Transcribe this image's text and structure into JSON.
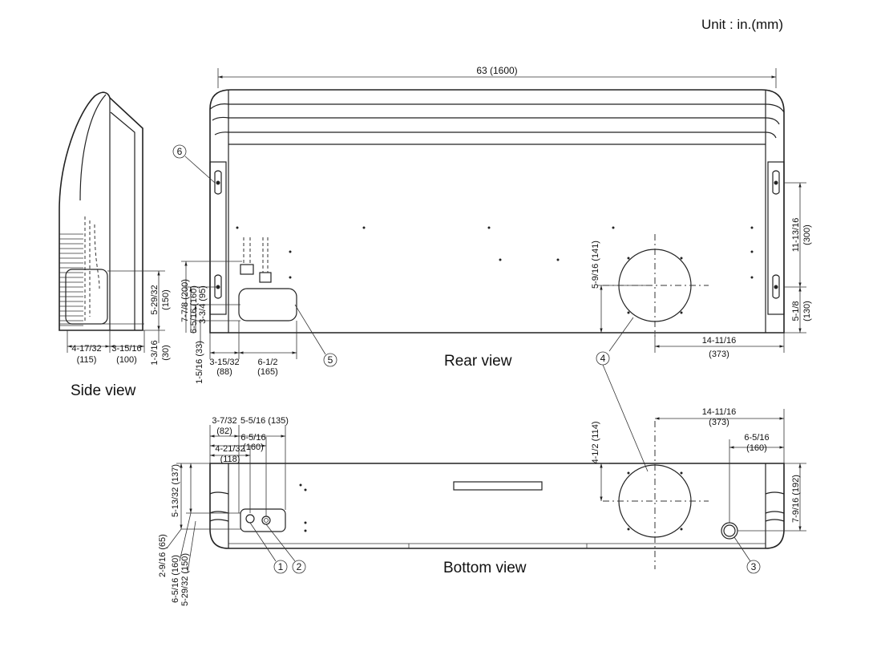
{
  "unit": "Unit : in.(mm)",
  "views": {
    "side": "Side view",
    "rear": "Rear view",
    "bottom": "Bottom view"
  },
  "callouts": [
    "1",
    "2",
    "3",
    "4",
    "5",
    "6"
  ],
  "rear_dims": {
    "width": "63 (1600)",
    "h300_in": "11-13/16",
    "h300_mm": "(300)",
    "h130_in": "5-1/8",
    "h130_mm": "(130)",
    "h141": "5-9/16 (141)",
    "w373_in": "14-11/16",
    "w373_mm": "(373)",
    "h200": "7-7/8 (200)",
    "h160": "6-5/16 (160)",
    "h95": "3-3/4 (95)",
    "h33": "1-5/16 (33)",
    "w88_in": "3-15/32",
    "w88_mm": "(88)",
    "w165_in": "6-1/2",
    "w165_mm": "(165)"
  },
  "side_dims": {
    "h150_in": "5-29/32",
    "h150_mm": "(150)",
    "h30_in": "1-3/16",
    "h30_mm": "(30)",
    "w115_in": "4-17/32",
    "w115_mm": "(115)",
    "w100_in": "3-15/16",
    "w100_mm": "(100)"
  },
  "bottom_dims": {
    "w82_in": "3-7/32",
    "w82_mm": "(82)",
    "w135": "5-5/16 (135)",
    "w160_in": "6-5/16",
    "w160_mm": "(160)",
    "w118_in": "4-21/32",
    "w118_mm": "(118)",
    "h114": "4-1/2 (114)",
    "w373_in": "14-11/16",
    "w373_mm": "(373)",
    "w160r_in": "6-5/16",
    "w160r_mm": "(160)",
    "h192": "7-9/16 (192)",
    "h137": "5-13/32 (137)",
    "h65": "2-9/16 (65)",
    "h160": "6-5/16 (160)",
    "h150": "5-29/32 (150)"
  }
}
